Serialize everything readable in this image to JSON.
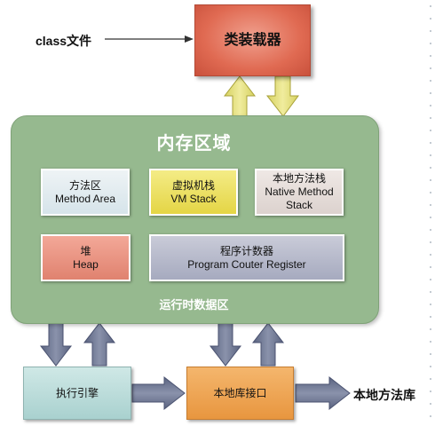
{
  "class_file_label": "class文件",
  "class_loader": "类装载器",
  "memory_area": {
    "title": "内存区域",
    "runtime_data_label": "运行时数据区",
    "method_area": {
      "cn": "方法区",
      "en": "Method Area"
    },
    "vm_stack": {
      "cn": "虚拟机栈",
      "en": "VM Stack"
    },
    "native_method_stack": {
      "cn": "本地方法栈",
      "en_line1": "Native Method",
      "en_line2": "Stack"
    },
    "heap": {
      "cn": "堆",
      "en": "Heap"
    },
    "program_counter": {
      "cn": "程序计数器",
      "en": "Program Couter Register"
    }
  },
  "execution_engine": "执行引擎",
  "native_library_interface": "本地库接口",
  "native_method_library": "本地方法库",
  "colors": {
    "loader": "#e06a52",
    "memory": "#96b98f",
    "vm_stack": "#e4d545",
    "heap": "#e0826f",
    "program_counter": "#a6aabf",
    "execution_engine": "#a9d1cf",
    "native_interface": "#e8963f",
    "arrow_yellow": "#e2dd78",
    "arrow_slate": "#6a7390"
  }
}
